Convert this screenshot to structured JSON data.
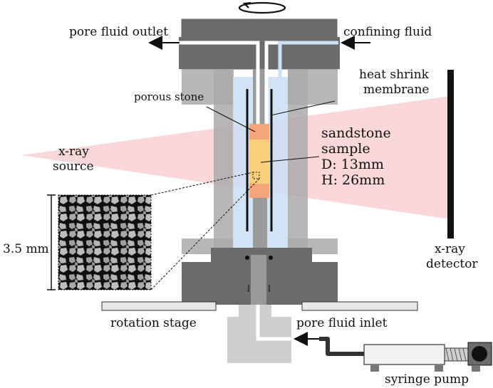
{
  "labels": {
    "pore_fluid_outlet": "pore fluid outlet",
    "confining_fluid": "confining fluid",
    "porous_stone": "porous stone",
    "heat_shrink_line1": "heat shrink",
    "heat_shrink_line2": "membrane",
    "sandstone_line1": "sandstone",
    "sandstone_line2": "sample",
    "sandstone_diameter": "D: 13mm",
    "sandstone_height": "H: 26mm",
    "xray_source_line1": "x-ray",
    "xray_source_line2": "source",
    "xray_detector_line1": "x-ray",
    "xray_detector_line2": "detector",
    "scale_bar": "3.5 mm",
    "rotation_stage": "rotation stage",
    "pore_fluid_inlet": "pore fluid inlet",
    "syringe_pump": "syringe pump"
  },
  "colors": {
    "dark_gray": "#6b6b6b",
    "mid_gray": "#aaaaaa",
    "light_gray": "#cfcfcf",
    "confining_blue": "#cde0f5",
    "xray_beam": "#f6bcc0",
    "porous_stone": "#f4a57a",
    "sandstone": "#f9cf7c"
  },
  "icons": {
    "rotation": "rotation-arrow-icon",
    "flow": "flow-arrow-icon"
  }
}
